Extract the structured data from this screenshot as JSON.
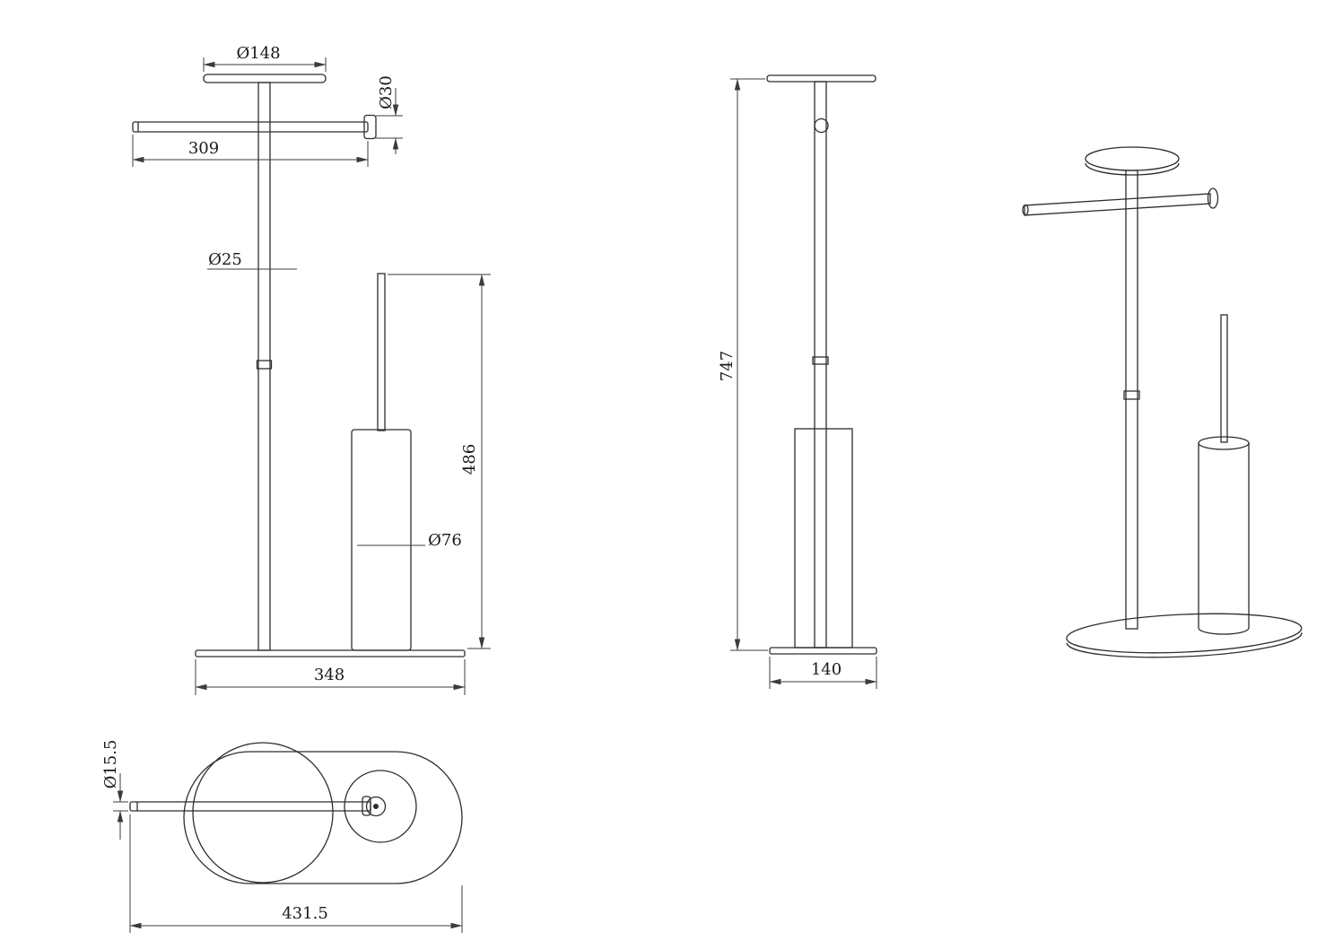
{
  "dimensions": {
    "front": {
      "disc_diameter": "Ø148",
      "end_cap_diameter": "Ø30",
      "bar_length": "309",
      "pole_diameter": "Ø25",
      "brush_height": "486",
      "brush_diameter": "Ø76",
      "base_width": "348"
    },
    "side": {
      "overall_height": "747",
      "base_depth": "140"
    },
    "top": {
      "bar_diameter": "Ø15.5",
      "overall_length": "431.5"
    }
  }
}
